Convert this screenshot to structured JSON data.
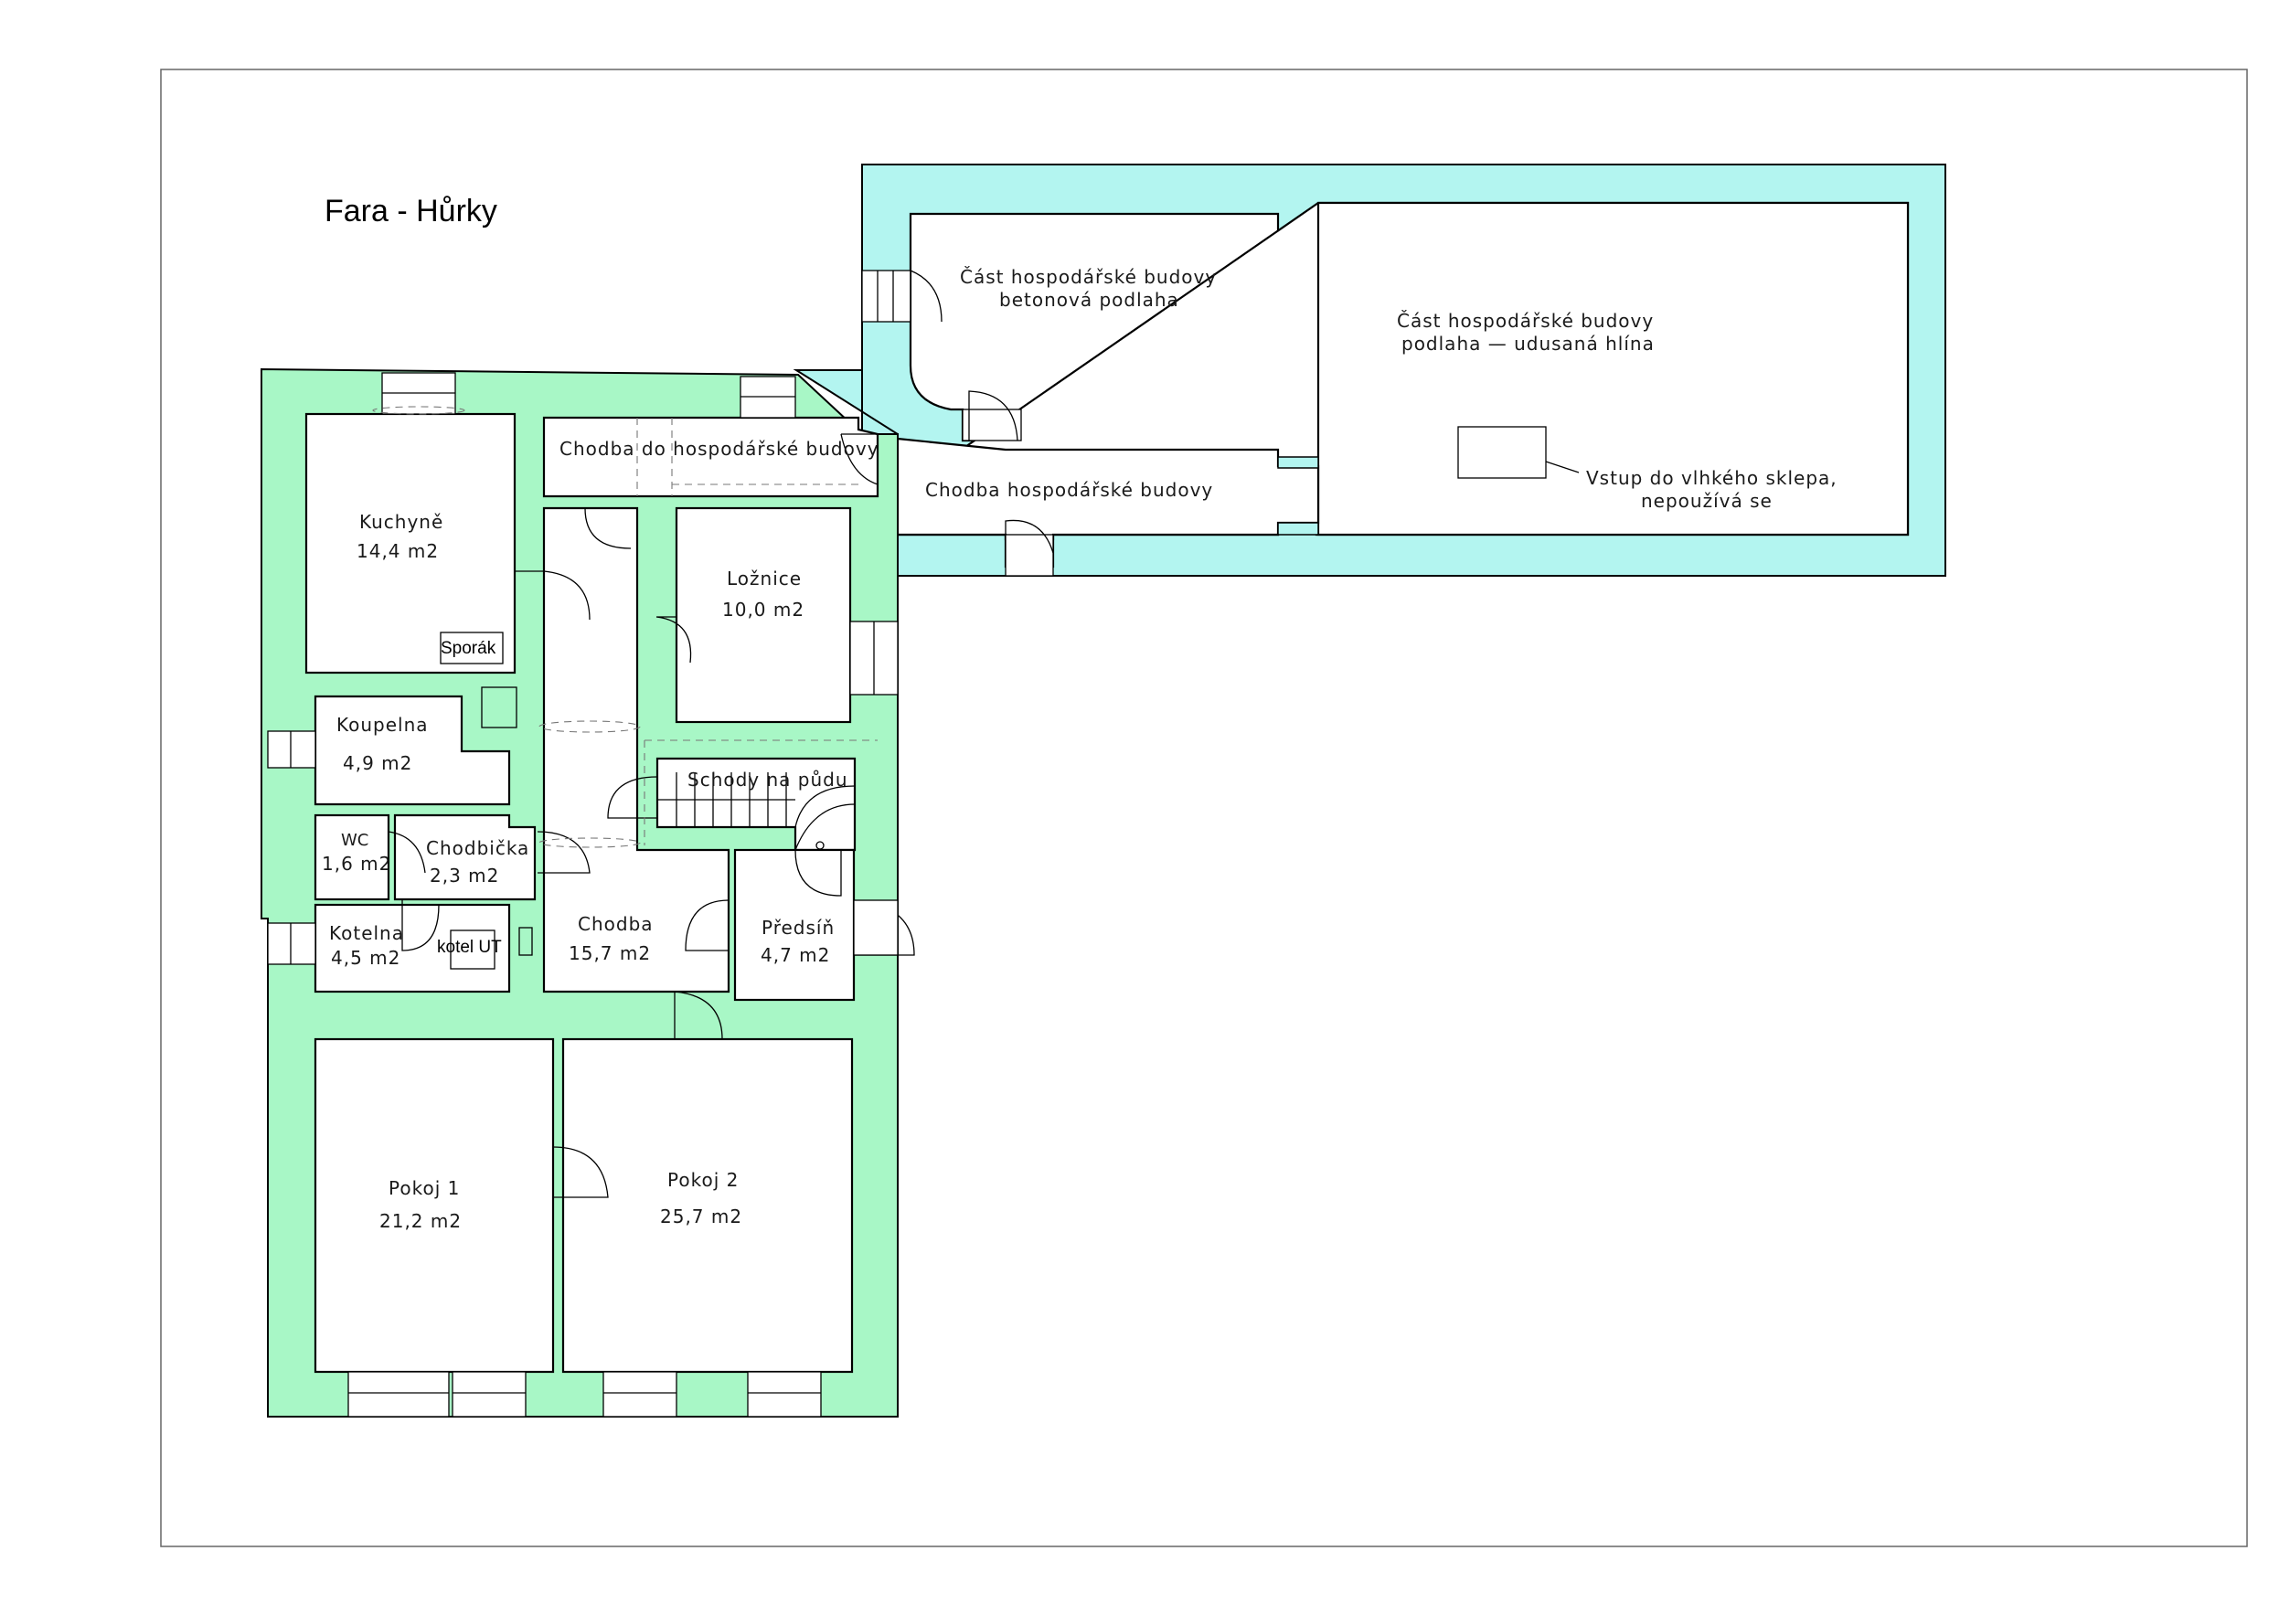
{
  "title": "Fara - Hůrky",
  "colors": {
    "house_walls": "#a8f7c6",
    "farm_walls": "#b3f5f0",
    "line": "#000000",
    "room_fill": "#ffffff"
  },
  "rooms": {
    "kuchyne": {
      "name": "Kuchyně",
      "area": "14,4  m2"
    },
    "koupelna": {
      "name": "Koupelna",
      "area": "4,9  m2"
    },
    "wc": {
      "name": "WC",
      "area": "1,6  m2"
    },
    "chodbicka": {
      "name": "Chodbička",
      "area": "2,3  m2"
    },
    "kotelna": {
      "name": "Kotelna",
      "area": "4,5  m2"
    },
    "chodba": {
      "name": "Chodba",
      "area": "15,7  m2"
    },
    "loznice": {
      "name": "Ložnice",
      "area": "10,0  m2"
    },
    "predsin": {
      "name": "Předsíň",
      "area": "4,7  m2"
    },
    "pokoj1": {
      "name": "Pokoj  1",
      "area": "21,2  m2"
    },
    "pokoj2": {
      "name": "Pokoj  2",
      "area": "25,7  m2"
    },
    "schody": {
      "name": "Schody  na  půdu"
    },
    "chodba_do_hosp": {
      "name": "Chodba  do  hospodářské  budovy"
    },
    "chodba_hosp": {
      "name": "Chodba  hospodářské  budovy"
    },
    "cast_beton": {
      "line1": "Část  hospodářské  budovy",
      "line2": "betonová  podlaha"
    },
    "cast_hlina": {
      "line1": "Část  hospodářské  budovy",
      "line2": "podlaha  —  udusaná  hlína"
    },
    "sklep": {
      "line1": "Vstup  do  vlhkého  sklepa,",
      "line2": "nepoužívá  se"
    }
  },
  "fixtures": {
    "sporak": "Sporák",
    "kotel": "kotel UT"
  }
}
